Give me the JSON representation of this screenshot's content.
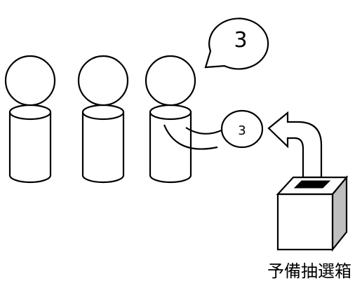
{
  "speech_bubble": {
    "number": "3"
  },
  "ball": {
    "number": "3"
  },
  "box": {
    "label": "予備抽選箱"
  },
  "people_count": 3,
  "colors": {
    "stroke": "#000000",
    "fill": "#ffffff",
    "box_side": "#bfbfbf",
    "box_slot": "#000000"
  }
}
